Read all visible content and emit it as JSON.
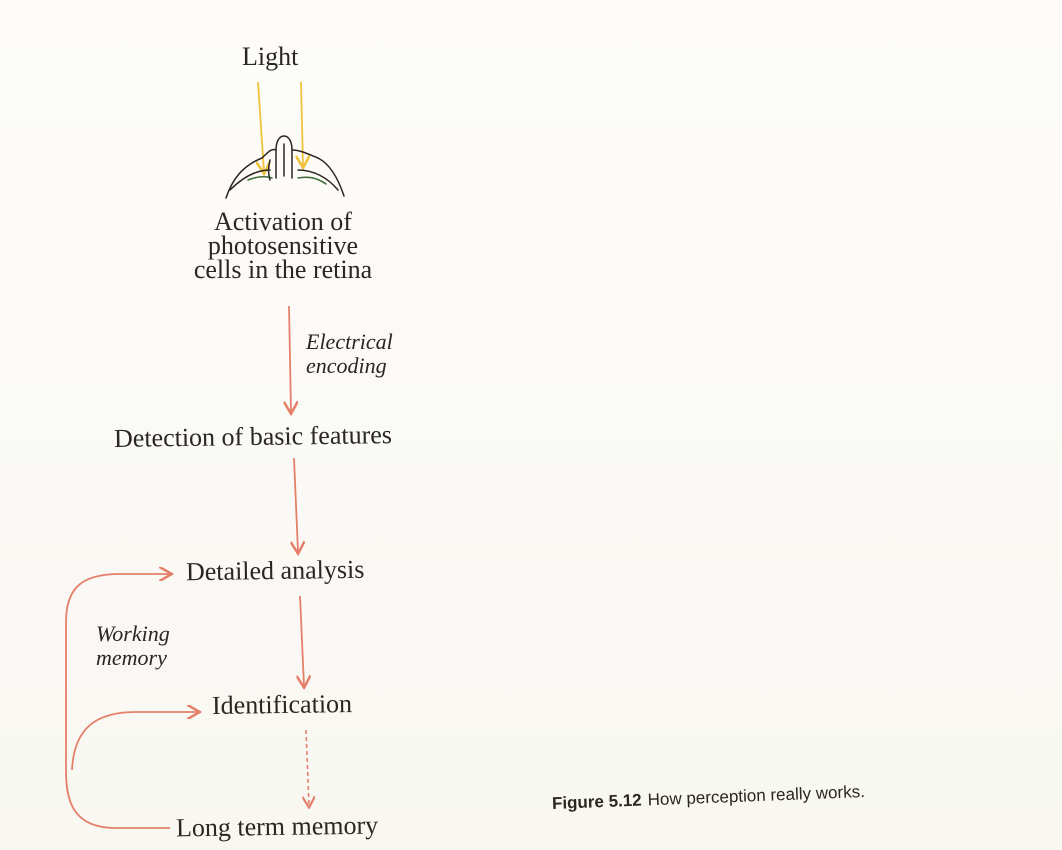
{
  "colors": {
    "flow_arrow": "#e4806a",
    "light_ray": "#efc23a",
    "text": "#2a2622",
    "page": "#fbfaf6"
  },
  "icons": {
    "eye": "eye-cross-section-icon"
  },
  "diagram": {
    "light": "Light",
    "retina": [
      "Activation of",
      "photosensitive",
      "cells in the retina"
    ],
    "electrical_encoding": [
      "Electrical",
      "encoding"
    ],
    "detection": "Detection of basic features",
    "detailed_analysis": "Detailed analysis",
    "working_memory": [
      "Working",
      "memory"
    ],
    "identification": "Identification",
    "long_term_memory": "Long term memory"
  },
  "caption": {
    "number": "Figure 5.12",
    "text": "How perception really works."
  }
}
